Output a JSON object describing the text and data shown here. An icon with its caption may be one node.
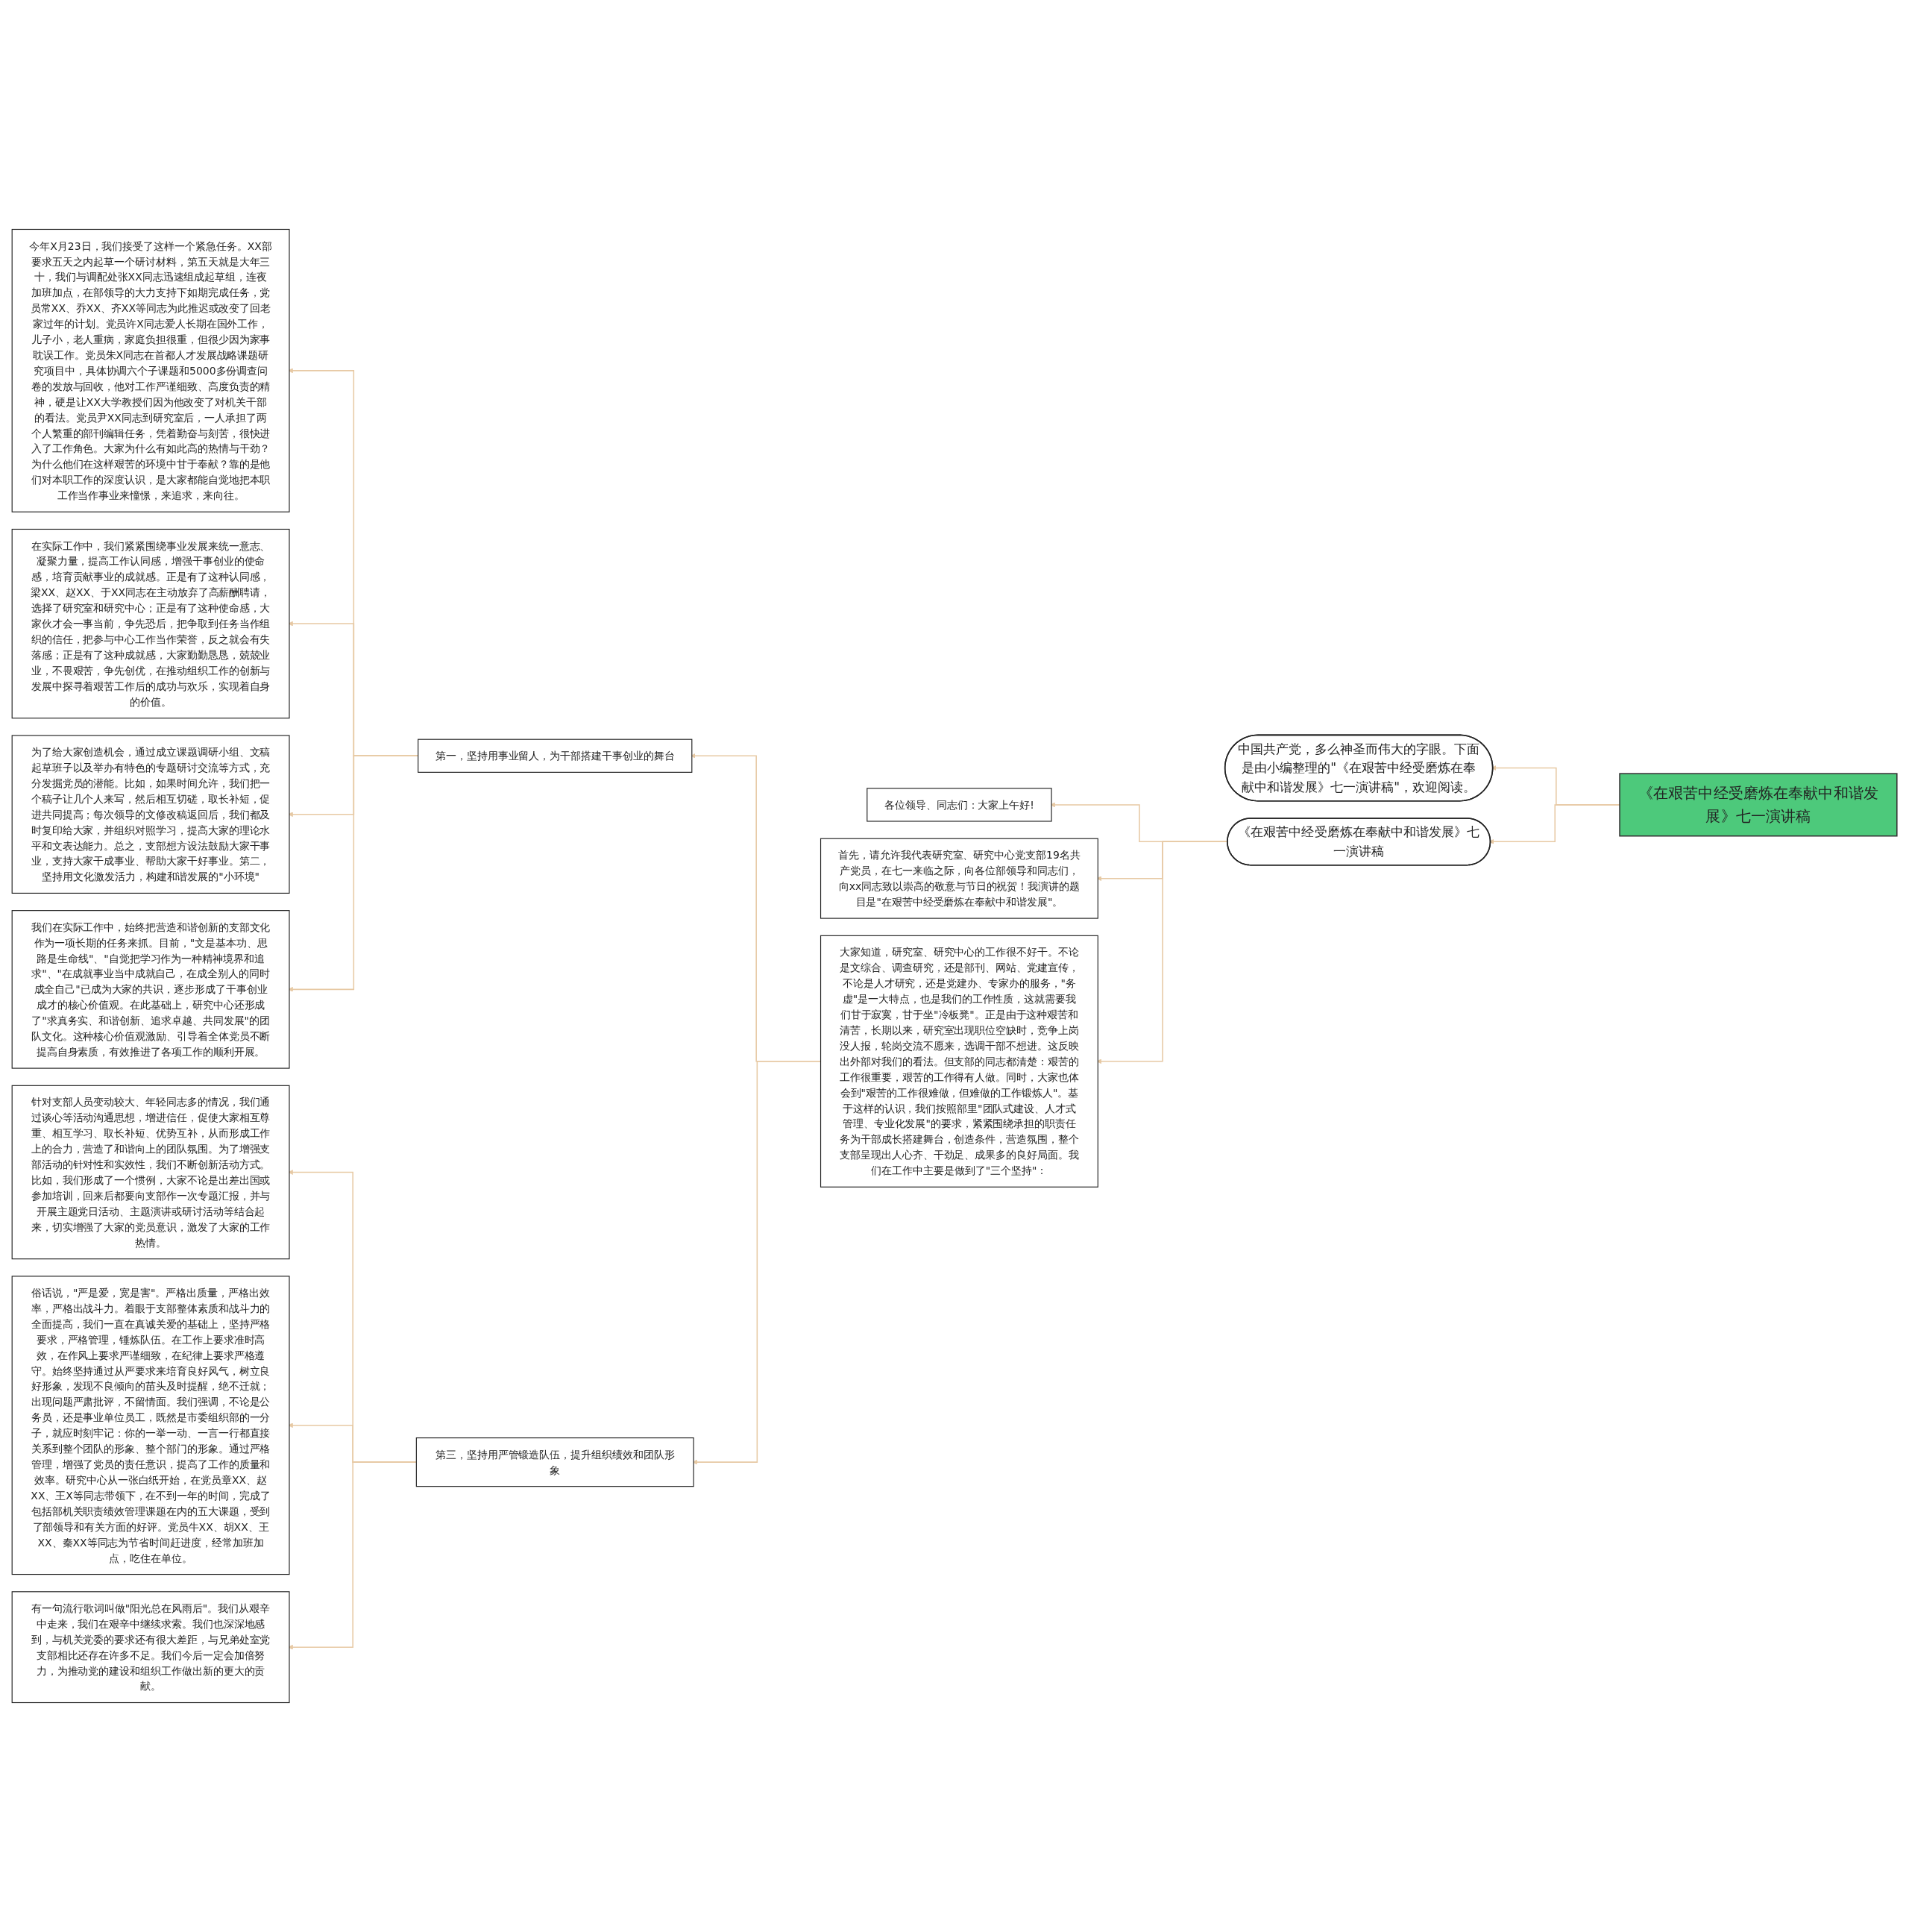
{
  "diagram": {
    "nodes": [
      {
        "text": [
          "《在艰苦中经受磨炼在奉献中和谐发展》七一演讲稿"
        ]
      },
      {
        "text": [
          "中国共产党，多么神圣而伟大的字眼。下面是由小编整理的\"《在艰苦中经受磨炼在奉献中和谐发展》七一演讲稿\"，欢迎阅读。"
        ]
      },
      {
        "text": [
          "《在艰苦中经受磨炼在奉献中和谐发展》七一演讲稿"
        ]
      },
      {
        "text": [
          "各位领导、同志们：大家上午好!"
        ]
      },
      {
        "text": [
          "首先，请允许我代表研究室、研究中心党支部19名共产党员，在七一来临之际，向各位部领导和同志们，向xx同志致以崇高的敬意与节日的祝贺！我演讲的题目是\"在艰苦中经受磨炼在奉献中和谐发展\"。"
        ]
      },
      {
        "text": [
          "大家知道，研究室、研究中心的工作很不好干。不论是文综合、调查研究，还是部刊、网站、党建宣传，不论是人才研究，还是党建办、专家办的服务，\"务虚\"是一大特点，也是我们的工作性质，这就需要我们甘于寂寞，甘于坐\"冷板凳\"。正是由于这种艰苦和清苦，长期以来，研究室出现职位空缺时，竞争上岗没人报，轮岗交流不愿来，选调干部不想进。这反映出外部对我们的看法。但支部的同志都清楚：艰苦的工作很重要，艰苦的工作得有人做。同时，大家也体会到\"艰苦的工作很难做，但难做的工作锻炼人\"。基于这样的认识，我们按照部里\"团队式建设、人才式管理、专业化发展\"的要求，紧紧围绕承担的职责任务为干部成长搭建舞台，创造条件，营造氛围，整个支部呈现出人心齐、干劲足、成果多的良好局面。我们在工作中主要是做到了\"三个坚持\"："
        ]
      },
      {
        "text": [
          "第一，坚持用事业留人，为干部搭建干事创业的舞台"
        ]
      },
      {
        "text": [
          "今年X月23日，我们接受了这样一个紧急任务。XX部要求五天之内起草一个研讨材料，第五天就是大年三十，我们与调配处张XX同志迅速组成起草组，连夜加班加点，在部领导的大力支持下如期完成任务，党员常XX、乔XX、齐XX等同志为此推迟或改变了回老家过年的计划。党员许X同志爱人长期在国外工作，儿子小，老人重病，家庭负担很重，但很少因为家事耽误工作。党员朱X同志在首都人才发展战略课题研究项目中，具体协调六个子课题和5000多份调查问卷的发放与回收，他对工作严谨细致、高度负责的精神，硬是让XX大学教授们因为他改变了对机关干部的看法。党员尹XX同志到研究室后，一人承担了两个人繁重的部刊编辑任务，凭着勤奋与刻苦，很快进入了工作角色。大家为什么有如此高的热情与干劲？为什么他们在这样艰苦的环境中甘于奉献？靠的是他们对本职工作的深度认识，是大家都能自觉地把本职工作当作事业来憧憬，来追求，来向往。"
        ]
      },
      {
        "text": [
          "在实际工作中，我们紧紧围绕事业发展来统一意志、凝聚力量，提高工作认同感，增强干事创业的使命感，培育贡献事业的成就感。正是有了这种认同感，梁XX、赵XX、于XX同志在主动放弃了高薪酬聘请，选择了研究室和研究中心；正是有了这种使命感，大家伙才会一事当前，争先恐后，把争取到任务当作组织的信任，把参与中心工作当作荣誉，反之就会有失落感；正是有了这种成就感，大家勤勤恳恳，兢兢业业，不畏艰苦，争先创优，在推动组织工作的创新与发展中探寻着艰苦工作后的成功与欢乐，实现着自身的价值。"
        ]
      },
      {
        "text": [
          "为了给大家创造机会，通过成立课题调研小组、文稿起草班子以及举办有特色的专题研讨交流等方式，充分发掘党员的潜能。比如，如果时间允许，我们把一个稿子让几个人来写，然后相互切磋，取长补短，促进共同提高；每次领导的文修改稿返回后，我们都及时复印给大家，并组织对照学习，提高大家的理论水平和文表达能力。总之，支部想方设法鼓励大家干事业，支持大家干成事业、帮助大家干好事业。第二，坚持用文化激发活力，构建和谐发展的\"小环境\""
        ]
      },
      {
        "text": [
          "我们在实际工作中，始终把营造和谐创新的支部文化作为一项长期的任务来抓。目前，\"文是基本功、思路是生命线\"、\"自觉把学习作为一种精神境界和追求\"、\"在成就事业当中成就自己，在成全别人的同时成全自己\"已成为大家的共识，逐步形成了干事创业成才的核心价值观。在此基础上，研究中心还形成了\"求真务实、和谐创新、追求卓越、共同发展\"的团队文化。这种核心价值观激励、引导着全体党员不断提高自身素质，有效推进了各项工作的顺利开展。"
        ]
      },
      {
        "text": [
          "第三，坚持用严管锻造队伍，提升组织绩效和团队形象"
        ]
      },
      {
        "text": [
          "针对支部人员变动较大、年轻同志多的情况，我们通过谈心等活动沟通思想，增进信任，促使大家相互尊重、相互学习、取长补短、优势互补，从而形成工作上的合力，营造了和谐向上的团队氛围。为了增强支部活动的针对性和实效性，我们不断创新活动方式。比如，我们形成了一个惯例，大家不论是出差出国或参加培训，回来后都要向支部作一次专题汇报，并与开展主题党日活动、主题演讲或研讨活动等结合起来，切实增强了大家的党员意识，激发了大家的工作热情。"
        ]
      },
      {
        "text": [
          "俗话说，\"严是爱，宽是害\"。严格出质量，严格出效率，严格出战斗力。着眼于支部整体素质和战斗力的全面提高，我们一直在真诚关爱的基础上，坚持严格要求，严格管理，锤炼队伍。在工作上要求准时高效，在作风上要求严谨细致，在纪律上要求严格遵守。始终坚持通过从严要求来培育良好风气，树立良好形象，发现不良倾向的苗头及时提醒，绝不迁就；出现问题严肃批评，不留情面。我们强调，不论是公务员，还是事业单位员工，既然是市委组织部的一分子，就应时刻牢记：你的一举一动、一言一行都直接关系到整个团队的形象、整个部门的形象。通过严格管理，增强了党员的责任意识，提高了工作的质量和效率。研究中心从一张白纸开始，在党员章XX、赵XX、王X等同志带领下，在不到一年的时间，完成了包括部机关职责绩效管理课题在内的五大课题，受到了部领导和有关方面的好评。党员牛XX、胡XX、王XX、秦XX等同志为节省时间赶进度，经常加班加点，吃住在单位。"
        ]
      },
      {
        "text": [
          "有一句流行歌词叫做\"阳光总在风雨后\"。我们从艰辛中走来，我们在艰辛中继续求索。我们也深深地感到，与机关党委的要求还有很大差距，与兄弟处室党支部相比还存在许多不足。我们今后一定会加倍努力，为推动党的建设和组织工作做出新的更大的贡献。"
        ]
      }
    ],
    "edges": [
      {
        "from": 0,
        "to": 1,
        "arrow": "to"
      },
      {
        "from": 0,
        "to": 2,
        "arrow": "to"
      },
      {
        "from": 2,
        "to": 3,
        "arrow": "to"
      },
      {
        "from": 2,
        "to": 4,
        "arrow": "to"
      },
      {
        "from": 2,
        "to": 5,
        "arrow": "to"
      },
      {
        "from": 5,
        "to": 6,
        "arrow": "to"
      },
      {
        "from": 5,
        "to": 11,
        "arrow": "to"
      },
      {
        "from": 6,
        "to": 7,
        "arrow": "to"
      },
      {
        "from": 6,
        "to": 8,
        "arrow": "to"
      },
      {
        "from": 6,
        "to": 9,
        "arrow": "to"
      },
      {
        "from": 6,
        "to": 10,
        "arrow": "to"
      },
      {
        "from": 11,
        "to": 12,
        "arrow": "to"
      },
      {
        "from": 11,
        "to": 13,
        "arrow": "to"
      },
      {
        "from": 11,
        "to": 14,
        "arrow": "to"
      }
    ]
  }
}
